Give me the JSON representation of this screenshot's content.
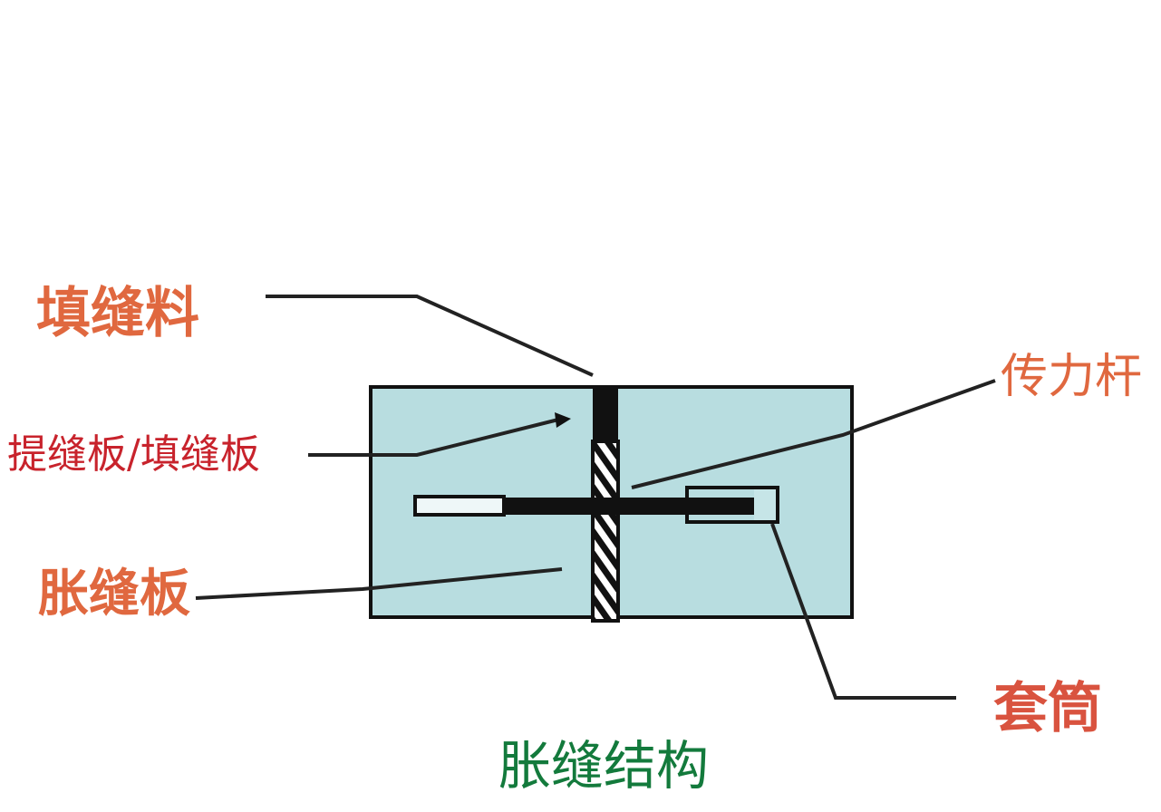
{
  "diagram": {
    "title": "胀缝结构",
    "labels": {
      "filler": "填缝料",
      "joint_board": "提缝板/填缝板",
      "expansion_board": "胀缝板",
      "dowel_bar": "传力杆",
      "sleeve": "套筒"
    },
    "colors": {
      "slab_fill": "#b8dde0",
      "outline": "#111111",
      "label_orange": "#e0683f",
      "label_red": "#c8232c",
      "title_green": "#137a3c"
    }
  }
}
